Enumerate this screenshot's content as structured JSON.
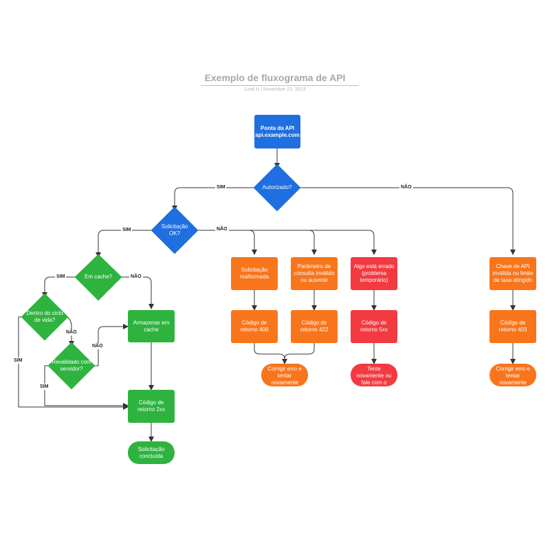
{
  "header": {
    "title": "Exemplo de fluxograma de API",
    "subtitle": "Lindi H  |  November 22, 2023"
  },
  "colors": {
    "blue": "#1f6fe0",
    "orange": "#f8751c",
    "red": "#f23a40",
    "green": "#2fb33f",
    "line": "#333333"
  },
  "nodes": {
    "api_endpoint": "Ponta da API\napi.example.com",
    "authorized": "Autorizado?",
    "request_ok": "Solicitação OK?",
    "in_cache": "Em cache?",
    "within_lifetime": "Dentro do ciclo de vida?",
    "revalidated": "Revalidado com servidor?",
    "store_cache": "Armazenar em cache",
    "code_2xx": "Código de retorno 2xx",
    "request_done": "Solicitação concluída",
    "malformed": "Solicitação malformada",
    "invalid_param": "Parâmetro de consulta inválido ou ausente",
    "something_wrong": "Algo está errado (problema temporário)",
    "invalid_key": "Chave de API inválida ou limite de taxa atingido",
    "code_400": "Código de retorno 400",
    "code_422": "Código de retorno 422",
    "code_5xx": "Código de retorno 5xx",
    "code_403": "Código de retorno 403",
    "fix_retry_1": "Corrigir erro e tentar novamente",
    "retry_contact": "Tente novamente ou fale com o",
    "fix_retry_2": "Corrigir erro e tentar novamente"
  },
  "edge_labels": {
    "sim_authorized": "SIM",
    "nao_authorized": "NÃO",
    "sim_request_ok": "SIM",
    "nao_request_ok": "NÃO",
    "sim_in_cache": "SIM",
    "nao_in_cache": "NÃO",
    "sim_lifetime": "SIM",
    "nao_lifetime": "NÃO",
    "nao_revalidated": "NÃO",
    "sim_revalidated": "SIM"
  }
}
